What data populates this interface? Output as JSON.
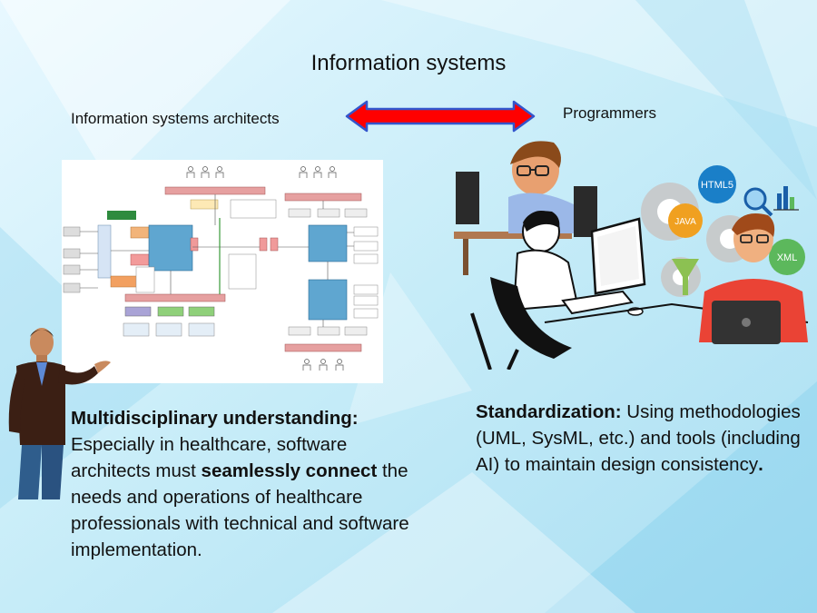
{
  "slide": {
    "title": "Information systems",
    "left_header": "Information systems architects",
    "right_header": "Programmers",
    "left_text": {
      "heading": "Multidisciplinary understanding:",
      "part1": " Especially in healthcare, software architects must ",
      "emphasis": "seamlessly connect",
      "part2": " the needs and operations of healthcare professionals with technical and software implementation."
    },
    "right_text": {
      "heading": "Standardization:",
      "body": " Using methodologies (UML, SysML, etc.) and tools (including AI) to maintain design consistency",
      "end": "."
    },
    "icons": {
      "html5": "HTML5",
      "java": "JAVA",
      "xml": "XML"
    }
  },
  "colors": {
    "arrow_fill": "#ff0000",
    "arrow_stroke": "#3355cc",
    "background": "#cfeffa"
  }
}
